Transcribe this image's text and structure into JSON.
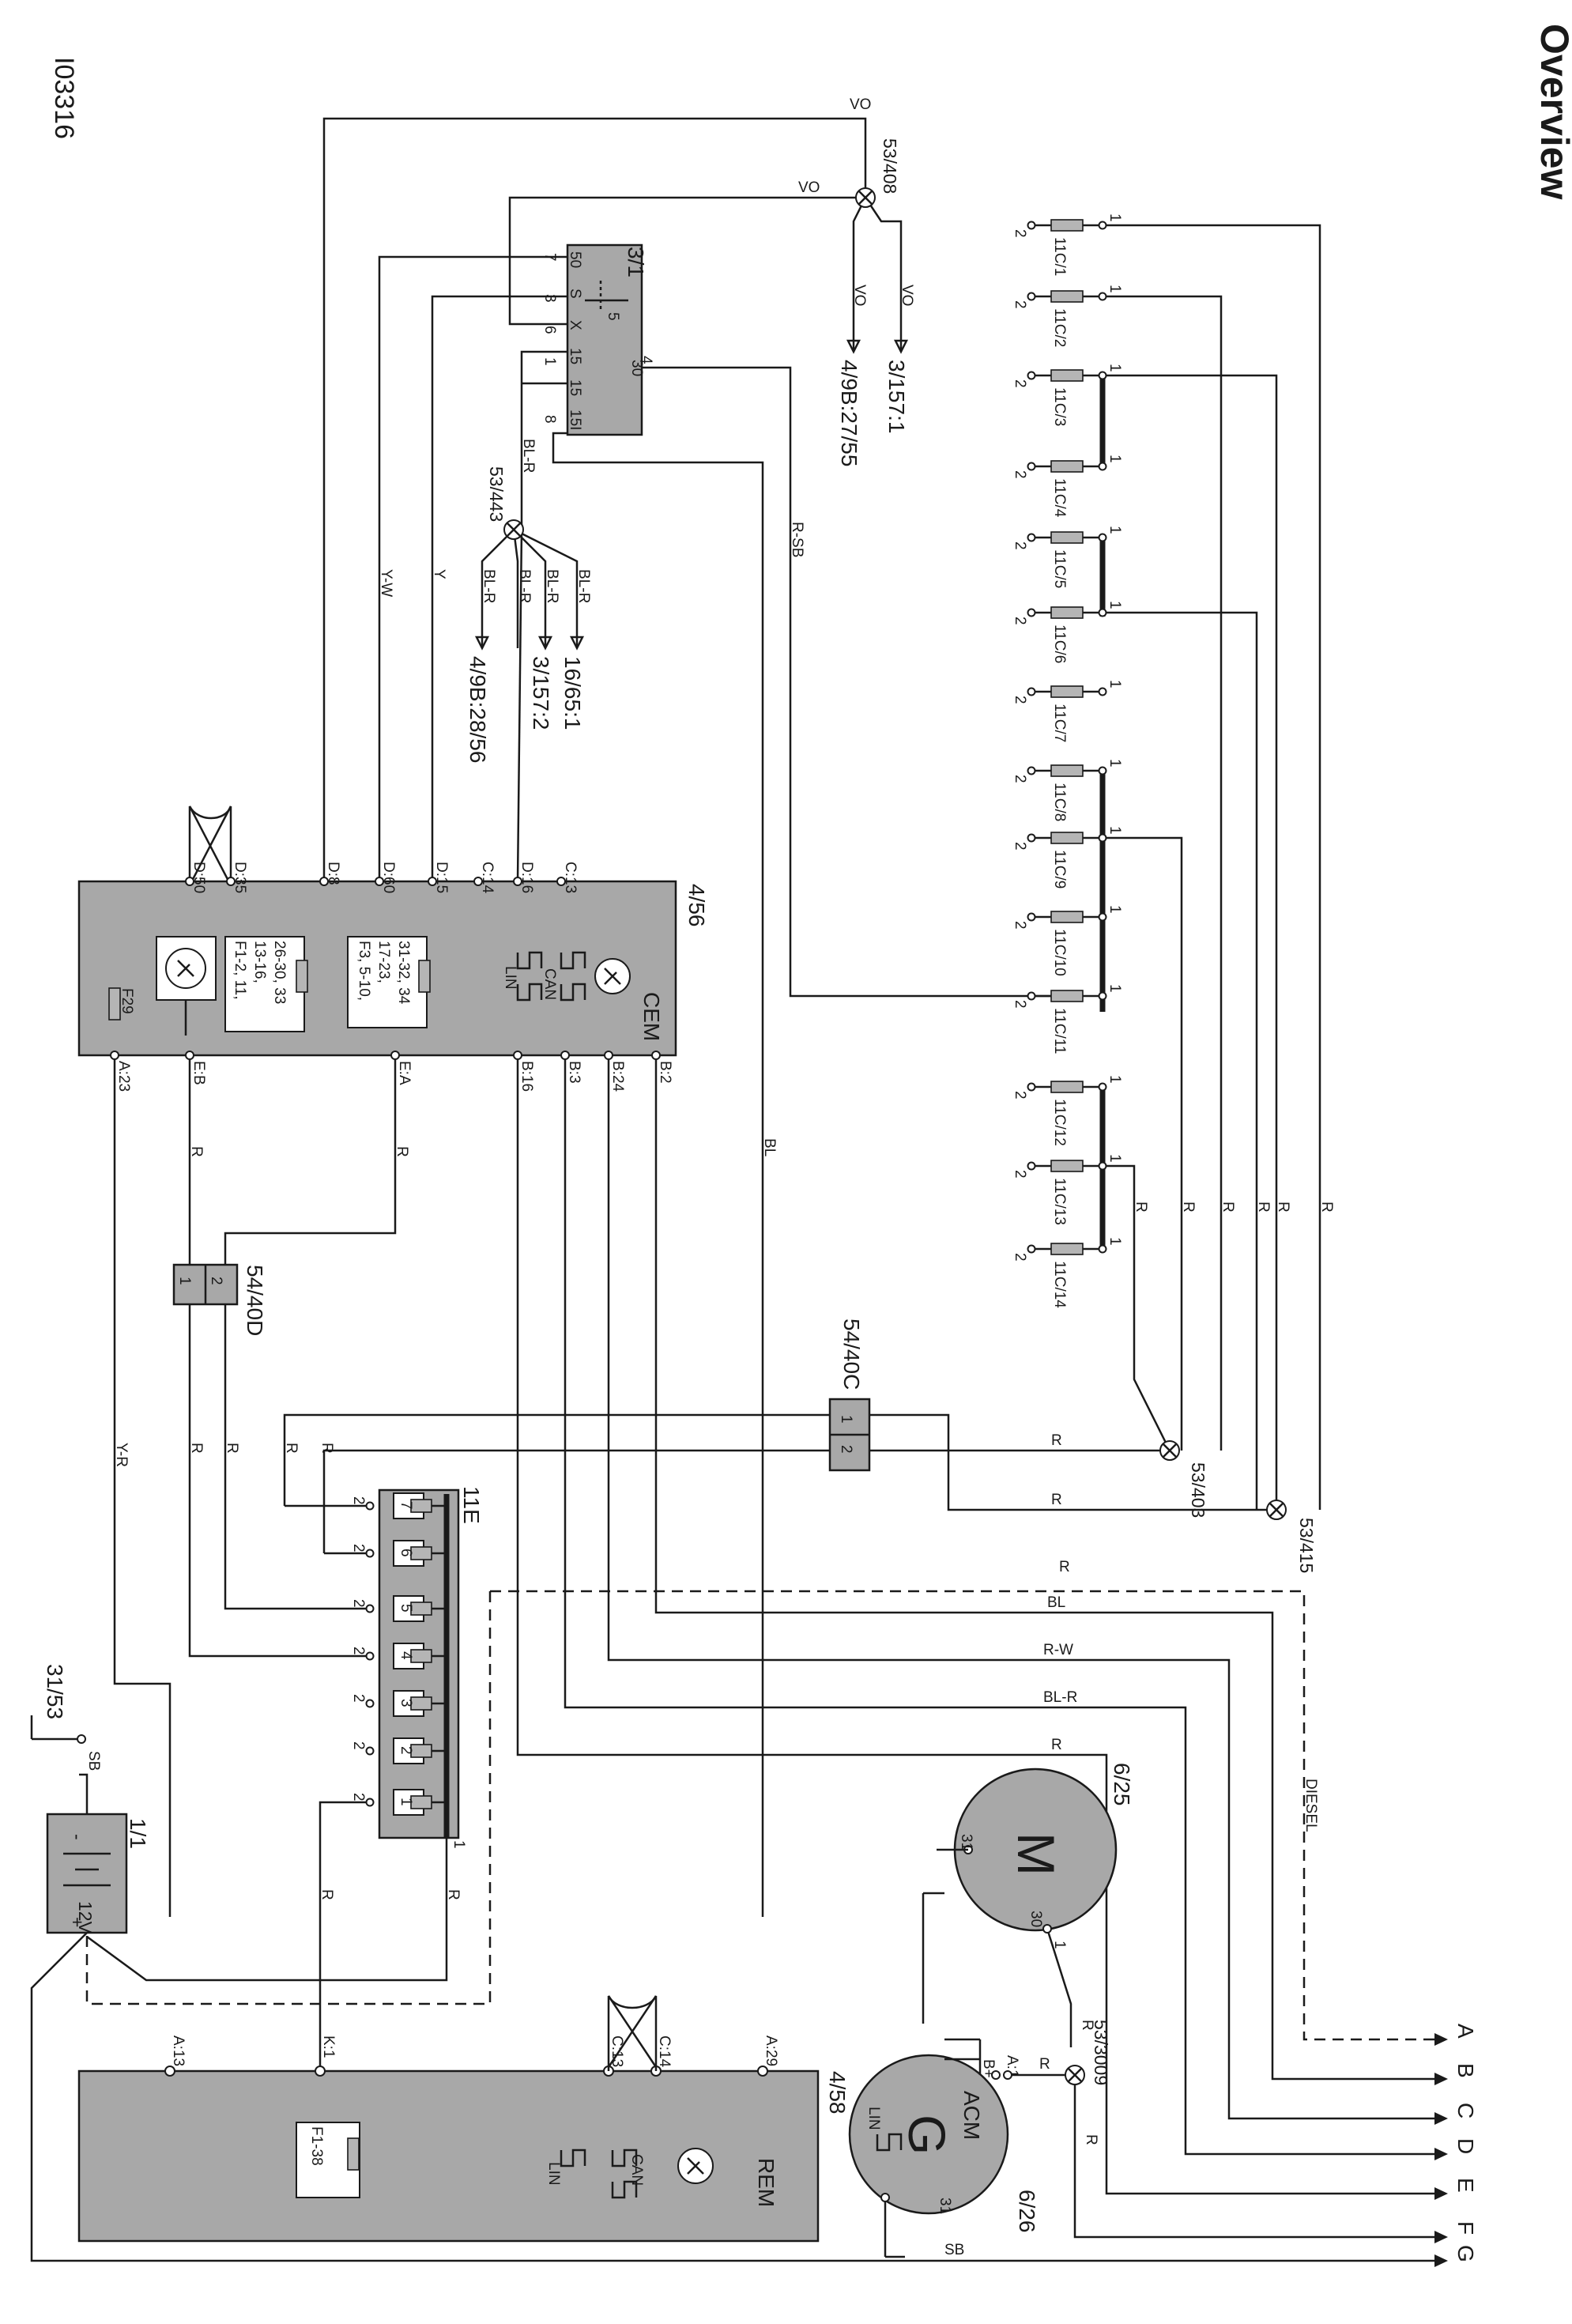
{
  "page": {
    "title": "Overview",
    "figure_id": "I03316"
  },
  "components": {
    "cem": {
      "ref": "4/56",
      "name": "CEM",
      "fuse": "F29",
      "fuse_group_a": [
        "F3, 5-10,",
        "17-23,",
        "31-32, 34"
      ],
      "fuse_group_b": [
        "F1-2, 11,",
        "13-16,",
        "26-30, 33"
      ],
      "bus_lin": "LIN",
      "bus_can": "CAN",
      "pins_top": [
        "D:35",
        "D:50",
        "D:8",
        "D:60",
        "D:15",
        "C:14",
        "D:16",
        "C:13"
      ],
      "pins_bottom": [
        "A:23",
        "E:B",
        "E:A",
        "B:16",
        "B:3",
        "B:24",
        "B:2"
      ]
    },
    "rem": {
      "ref": "4/58",
      "name": "REM",
      "fuse": "F1-38",
      "bus_lin": "LIN",
      "bus_can": "CAN",
      "pins": [
        "A:13",
        "K:1",
        "C:13",
        "C:14",
        "A:29"
      ]
    },
    "ignition": {
      "ref": "3/1",
      "pins": [
        "7",
        "5",
        "3",
        "6",
        "1",
        "8",
        "4"
      ],
      "terminals": [
        "50",
        "S",
        "X",
        "15",
        "15",
        "15I",
        "30"
      ]
    },
    "fusebox_11c": {
      "fuses": [
        "11C/1",
        "11C/2",
        "11C/3",
        "11C/4",
        "11C/5",
        "11C/6",
        "11C/7",
        "11C/8",
        "11C/9",
        "11C/10",
        "11C/11",
        "11C/12",
        "11C/13",
        "11C/14"
      ],
      "pin_in": "1",
      "pin_out": "2"
    },
    "fusebox_11e": {
      "ref": "11E",
      "fuses": [
        "7",
        "6",
        "5",
        "4",
        "3",
        "2",
        "1"
      ],
      "pin_in": "1",
      "pin_out": "2"
    },
    "battery": {
      "ref": "1/1",
      "voltage": "12V",
      "minus": "-",
      "plus": "+"
    },
    "ground": {
      "ref": "31/53"
    },
    "motor": {
      "ref": "6/25",
      "symbol": "M",
      "pin_31": "31",
      "pin_30": "30",
      "pin_1": "1"
    },
    "generator": {
      "ref": "6/26",
      "symbol": "G",
      "name": "ACM",
      "lin": "LIN",
      "pin_31": "31",
      "pin_bplus": "B+",
      "pin_a1": "A:1"
    },
    "connectors": {
      "c40c": "54/40C",
      "c40d": "54/40D",
      "c40c_pins": [
        "1",
        "2"
      ],
      "c40d_pins": [
        "1",
        "2"
      ]
    },
    "splices": {
      "s408": "53/408",
      "s443": "53/443",
      "s403": "53/403",
      "s415": "53/415",
      "s3009": "53/3009"
    }
  },
  "references": {
    "r1": "3/157:1",
    "r2": "4/9B:27/55",
    "r3": "16/65:1",
    "r4": "3/157:2",
    "r5": "4/9B:28/56"
  },
  "wire_colors": {
    "vo": "VO",
    "y_w": "Y-W",
    "y": "Y",
    "bl_r": "BL-R",
    "r_sb": "R-SB",
    "bl": "BL",
    "r": "R",
    "y_r": "Y-R",
    "sb": "SB",
    "r_w": "R-W"
  },
  "variant_label": "DIESEL",
  "outputs": [
    "A",
    "B",
    "C",
    "D",
    "E",
    "F",
    "G"
  ]
}
